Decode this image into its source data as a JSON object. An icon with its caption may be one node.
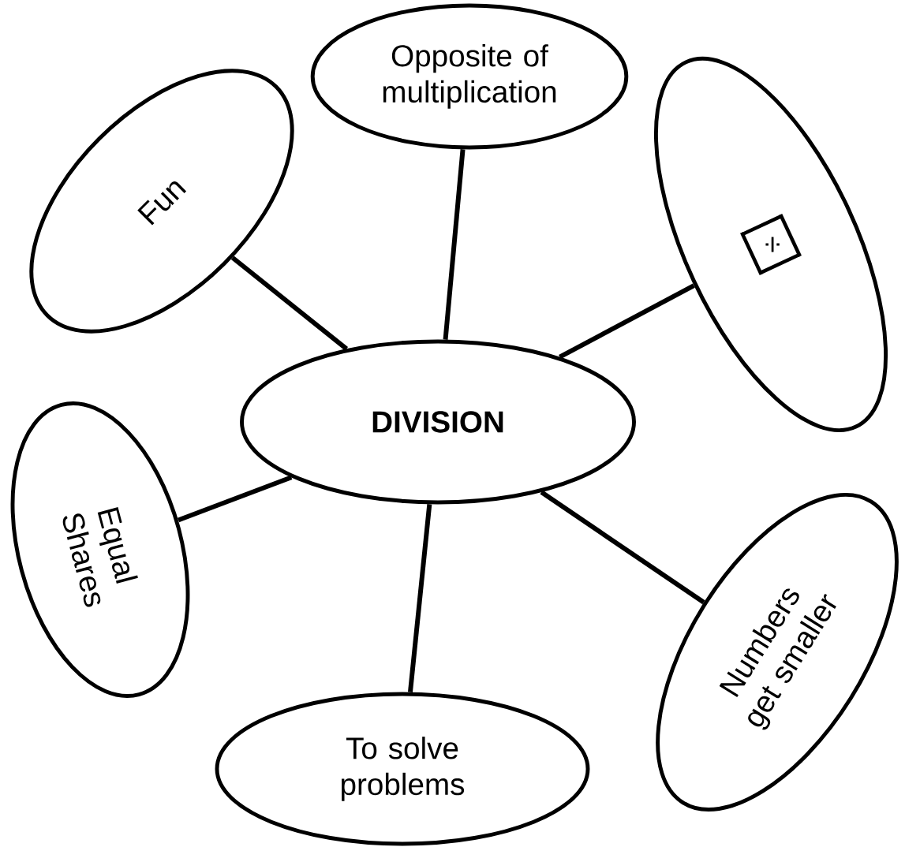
{
  "diagram": {
    "nodes": [
      {
        "text": [
          "DIVISION"
        ]
      },
      {
        "text": [
          "Opposite of multiplication"
        ]
      },
      {
        "text": [
          "Fun"
        ]
      },
      {
        "text": [
          "÷"
        ]
      },
      {
        "text": [
          "Equal Shares"
        ]
      },
      {
        "text": [
          "To solve problems"
        ]
      },
      {
        "text": [
          "Numbers get smaller"
        ]
      }
    ],
    "edges": [
      {
        "from": 0,
        "to": 1,
        "arrow": "none"
      },
      {
        "from": 0,
        "to": 2,
        "arrow": "none"
      },
      {
        "from": 0,
        "to": 3,
        "arrow": "none"
      },
      {
        "from": 0,
        "to": 4,
        "arrow": "none"
      },
      {
        "from": 0,
        "to": 5,
        "arrow": "none"
      },
      {
        "from": 0,
        "to": 6,
        "arrow": "none"
      }
    ]
  }
}
